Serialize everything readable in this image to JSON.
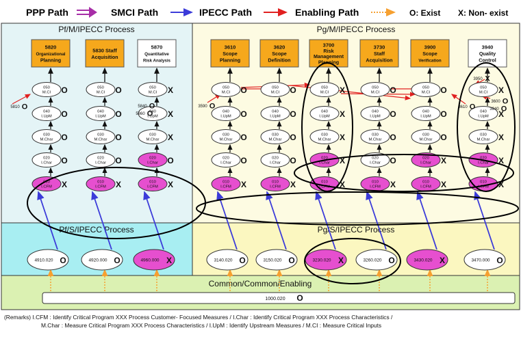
{
  "legend": {
    "ppp": "PPP Path",
    "smci": "SMCI Path",
    "ipecc": "IPECC Path",
    "enabling": "Enabling Path",
    "exist": "O: Exist",
    "nonexist": "X: Non- exist"
  },
  "panels": {
    "pf_m": "Pf/M/IPECC Process",
    "pg_m": "Pg/M/IPECC Process",
    "pf_s": "Pf/S/IPECC Process",
    "pg_s": "Pg/S/IPECC Process",
    "common": "Common/Common/Enabling"
  },
  "processes": [
    {
      "lines": [
        "5820",
        "Organizational",
        "Planning"
      ],
      "col": [
        {
          "l1": "050",
          "l2": "M.CI",
          "s": "O",
          "p": false
        },
        {
          "l1": "040",
          "l2": "I.UpM",
          "s": "O",
          "p": false
        },
        {
          "l1": "030",
          "l2": "M.Char",
          "s": "O",
          "p": false
        },
        {
          "l1": "020",
          "l2": "I.Char",
          "s": "O",
          "p": false
        },
        {
          "l1": "010",
          "l2": "I.CFM",
          "s": "X",
          "p": true
        }
      ]
    },
    {
      "lines": [
        "5830 Staff",
        "Acquisition"
      ],
      "col": [
        {
          "l1": "050",
          "l2": "M.CI",
          "s": "O",
          "p": false
        },
        {
          "l1": "040",
          "l2": "I.UpM",
          "s": "O",
          "p": false
        },
        {
          "l1": "030",
          "l2": "M.Char",
          "s": "O",
          "p": false
        },
        {
          "l1": "020",
          "l2": "I.Char",
          "s": "O",
          "p": false
        },
        {
          "l1": "010",
          "l2": "I.CFM",
          "s": "X",
          "p": true
        }
      ]
    },
    {
      "lines": [
        "5870",
        "Quantitative",
        "Risk Analysis"
      ],
      "col": [
        {
          "l1": "050",
          "l2": "M.CI",
          "s": "X",
          "p": false
        },
        {
          "l1": "040",
          "l2": "I.UpM",
          "s": "X",
          "p": false
        },
        {
          "l1": "030",
          "l2": "M.Char",
          "s": "X",
          "p": false
        },
        {
          "l1": "020",
          "l2": "I.Char",
          "s": "O",
          "p": true
        },
        {
          "l1": "010",
          "l2": "I.CFM",
          "s": "X",
          "p": true
        }
      ]
    },
    {
      "lines": [
        "3610",
        "Scope",
        "Planning"
      ],
      "col": [
        {
          "l1": "050",
          "l2": "M.CI",
          "s": "O",
          "p": false
        },
        {
          "l1": "040",
          "l2": "I.UpM",
          "s": "O",
          "p": false
        },
        {
          "l1": "030",
          "l2": "M.Char",
          "s": "O",
          "p": false
        },
        {
          "l1": "020",
          "l2": "I.Char",
          "s": "O",
          "p": false
        },
        {
          "l1": "010",
          "l2": "I.CFM",
          "s": "X",
          "p": true
        }
      ]
    },
    {
      "lines": [
        "3620",
        "Scope",
        "Definition"
      ],
      "col": [
        {
          "l1": "050",
          "l2": "M.CI",
          "s": "O",
          "p": false
        },
        {
          "l1": "040",
          "l2": "I.UpM",
          "s": "O",
          "p": false
        },
        {
          "l1": "030",
          "l2": "M.Char",
          "s": "O",
          "p": false
        },
        {
          "l1": "020",
          "l2": "I.Char",
          "s": "O",
          "p": false
        },
        {
          "l1": "010",
          "l2": "I.CFM",
          "s": "X",
          "p": true
        }
      ]
    },
    {
      "lines": [
        "3700",
        "Risk",
        "Management",
        "Planning"
      ],
      "col": [
        {
          "l1": "050",
          "l2": "M.CI",
          "s": "X",
          "p": false
        },
        {
          "l1": "040",
          "l2": "I.UpM",
          "s": "X",
          "p": false
        },
        {
          "l1": "030",
          "l2": "M.Char",
          "s": "X",
          "p": false
        },
        {
          "l1": "020",
          "l2": "I.Char",
          "s": "X",
          "p": true
        },
        {
          "l1": "010",
          "l2": "I.CFM",
          "s": "X",
          "p": true
        }
      ]
    },
    {
      "lines": [
        "3730",
        "Staff",
        "Acquisition"
      ],
      "col": [
        {
          "l1": "050",
          "l2": "M.CI",
          "s": "O",
          "p": false
        },
        {
          "l1": "040",
          "l2": "I.UpM",
          "s": "O",
          "p": false
        },
        {
          "l1": "030",
          "l2": "M.Char",
          "s": "O",
          "p": false
        },
        {
          "l1": "020",
          "l2": "I.Char",
          "s": "O",
          "p": false
        },
        {
          "l1": "010",
          "l2": "I.CFM",
          "s": "X",
          "p": true
        }
      ]
    },
    {
      "lines": [
        "3900",
        "Scope",
        "Verification"
      ],
      "col": [
        {
          "l1": "050",
          "l2": "M.CI",
          "s": "O",
          "p": false
        },
        {
          "l1": "040",
          "l2": "I.UpM",
          "s": "O",
          "p": false
        },
        {
          "l1": "030",
          "l2": "M.Char",
          "s": "O",
          "p": false
        },
        {
          "l1": "020",
          "l2": "I.Char",
          "s": "X",
          "p": true
        },
        {
          "l1": "010",
          "l2": "I.CFM",
          "s": "X",
          "p": true
        }
      ]
    },
    {
      "lines": [
        "3940",
        "Quality",
        "Control"
      ],
      "col": [
        {
          "l1": "050",
          "l2": "M.CI",
          "s": "X",
          "p": false
        },
        {
          "l1": "040",
          "l2": "I.UpM",
          "s": "X",
          "p": false
        },
        {
          "l1": "030",
          "l2": "M.Char",
          "s": "X",
          "p": false
        },
        {
          "l1": "020",
          "l2": "I.Char",
          "s": "X",
          "p": true
        },
        {
          "l1": "010",
          "l2": "I.CFM",
          "s": "X",
          "p": true
        }
      ]
    }
  ],
  "side_labels": [
    {
      "t": "5810",
      "s": "O"
    },
    {
      "t": "5840",
      "s": "O"
    },
    {
      "t": "5860",
      "s": "O"
    },
    {
      "t": "3590",
      "s": "O"
    },
    {
      "t": "3610",
      "s": "O"
    },
    {
      "t": "3950",
      "s": "X"
    },
    {
      "t": "3600",
      "s": "O"
    },
    {
      "t": "3940",
      "s": "O"
    }
  ],
  "support": [
    {
      "t": "4910.020",
      "s": "O",
      "p": false
    },
    {
      "t": "4920.000",
      "s": "O",
      "p": false
    },
    {
      "t": "4960.000",
      "s": "X",
      "p": true
    },
    {
      "t": "3140.020",
      "s": "O",
      "p": false
    },
    {
      "t": "3150.020",
      "s": "O",
      "p": false
    },
    {
      "t": "3230.020",
      "s": "X",
      "p": true
    },
    {
      "t": "3260.020",
      "s": "O",
      "p": false
    },
    {
      "t": "3430.020",
      "s": "X",
      "p": true
    },
    {
      "t": "3470.000",
      "s": "O",
      "p": false
    }
  ],
  "common_box": {
    "t": "1000.020",
    "s": "O"
  },
  "remarks": [
    "(Remarks) I.CFM : Identify Critical Program XXX Process Customer- Focused Measures / I.Char : Identify Critical Program XXX Process Characteristics /",
    "M.Char : Measure Critical Program XXX Process Characteristics / I.UpM : Identify Upstream Measures / M.CI : Measure Critical Inputs"
  ],
  "colors": {
    "pf_bg": "#e4f4f6",
    "pg_bg": "#fdfbe2",
    "pf_s_bg": "#a8eef2",
    "pg_s_bg": "#fbf7c0",
    "common_bg": "#dbf1b2",
    "box": "#f6a81c",
    "pink": "#e64fcf",
    "blue": "#3b3bd9",
    "red": "#e12020",
    "orange": "#f6a030",
    "purple": "#a72ea7"
  }
}
